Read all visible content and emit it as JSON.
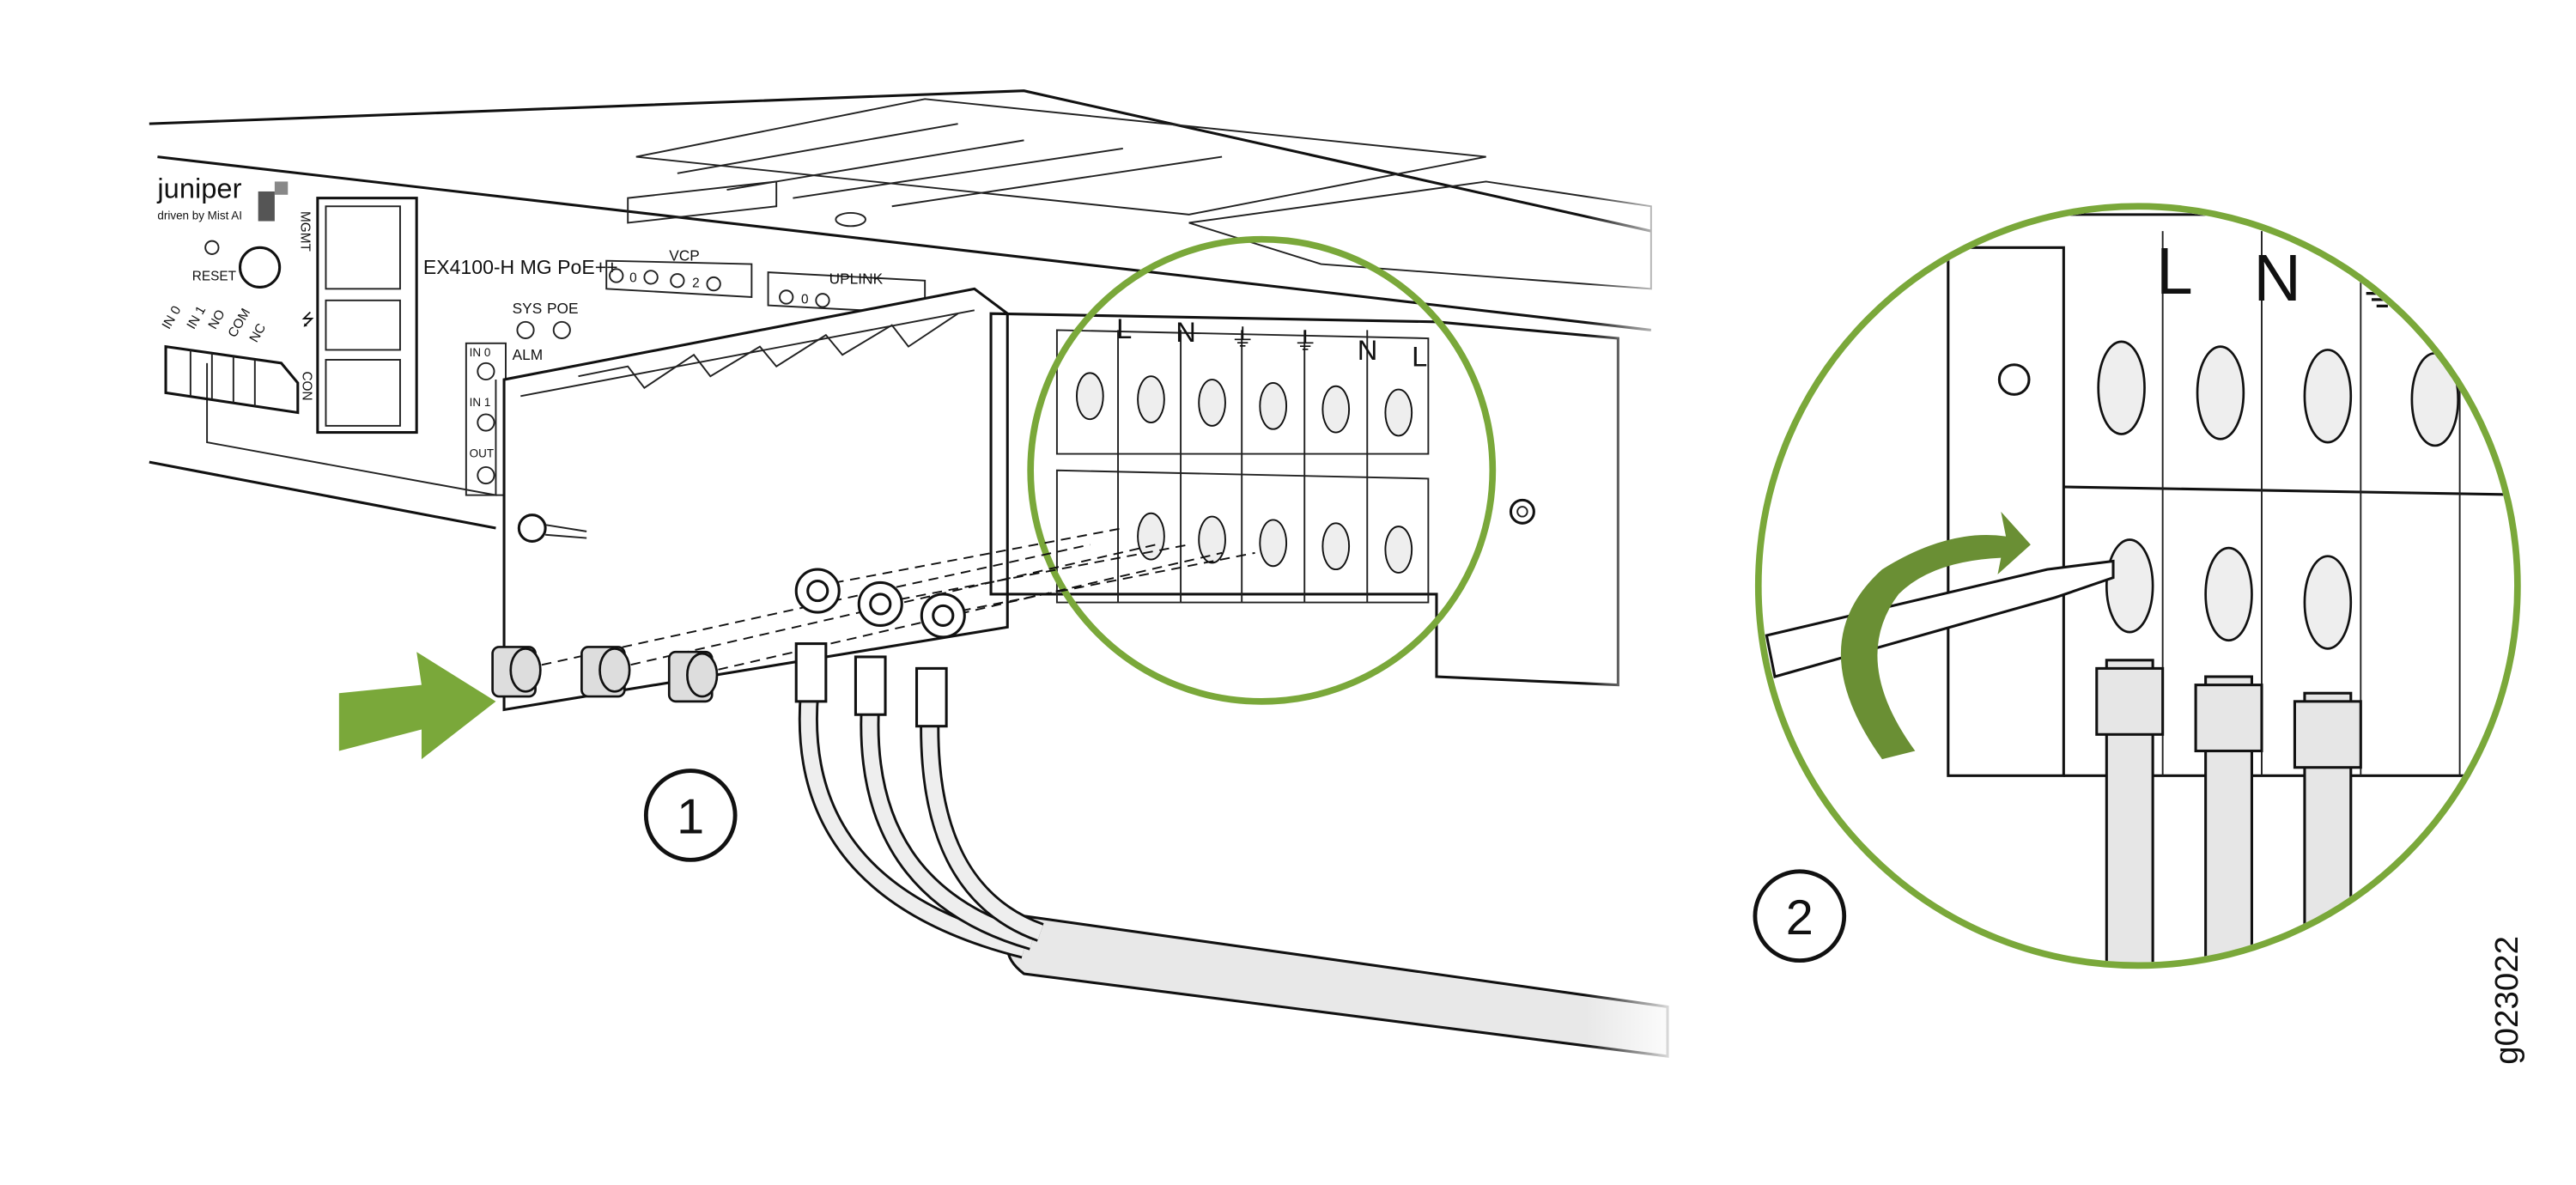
{
  "figure_id": "g023022",
  "colors": {
    "accent_green": "#7aa83a",
    "arrow_green": "#7aa83a",
    "rotate_arrow_dark": "#5f7f2e",
    "line": "#111111",
    "cable_fill": "#e6e6e6"
  },
  "device": {
    "logo_text": "juniper",
    "logo_tagline": "driven by Mist AI",
    "model": "EX4100-H MG PoE++",
    "port_labels": {
      "mgmt": "MGMT",
      "con": "CON",
      "reset": "RESET",
      "vcp": "VCP",
      "uplink": "UPLINK"
    },
    "vcp_numbers": [
      "0",
      "2"
    ],
    "uplink_numbers": [
      "0"
    ],
    "led_labels": [
      "SYS",
      "POE",
      "ALM"
    ],
    "alarm_labels": [
      "IN 0",
      "IN 1",
      "OUT"
    ],
    "alarm_block_labels": [
      "IN 0",
      "IN 1",
      "NO",
      "COM",
      "NC"
    ]
  },
  "terminal_block": {
    "labels": [
      "L",
      "N",
      "⏚",
      "⏚",
      "N",
      "L"
    ]
  },
  "detail_terminal_labels": [
    "L",
    "N",
    "⏚"
  ],
  "steps": [
    "1",
    "2"
  ],
  "icons": [
    "push-arrow-icon",
    "rotate-arrow-icon",
    "screwdriver-icon",
    "usb-icon"
  ]
}
